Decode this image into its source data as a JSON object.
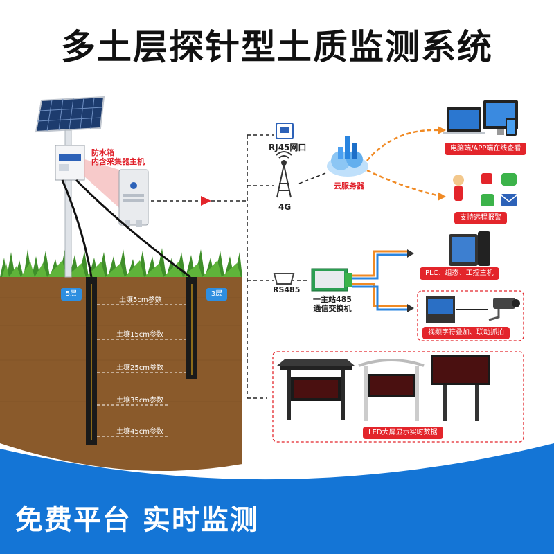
{
  "title": "多土层探针型土质监测系统",
  "slogan": "免费平台  实时监测",
  "station": {
    "box_label_line1": "防水箱",
    "box_label_line2": "内含采集器主机"
  },
  "probes": {
    "left_badge": "5层",
    "right_badge": "3层",
    "depths": [
      "土壤5cm参数",
      "土壤15cm参数",
      "土壤25cm参数",
      "土壤35cm参数",
      "土壤45cm参数"
    ]
  },
  "network": {
    "rj45": "RJ45网口",
    "g4": "4G",
    "rs485": "RS485",
    "cloud": "云服务器",
    "switch_line1": "一主站485",
    "switch_line2": "通信交换机"
  },
  "outputs": {
    "pc_app": "电脑端/APP端在线查看",
    "alarm": "支持远程报警",
    "plc": "PLC、组态、工控主机",
    "video": "视频字符叠加、联动抓拍",
    "led": "LED大屏显示实时数据"
  },
  "colors": {
    "title": "#111111",
    "accent_red": "#e3252b",
    "band_blue": "#1475d6",
    "soil": "#8a5a2b",
    "grass": "#3f8f2a",
    "orange_arrow": "#f08a24"
  }
}
